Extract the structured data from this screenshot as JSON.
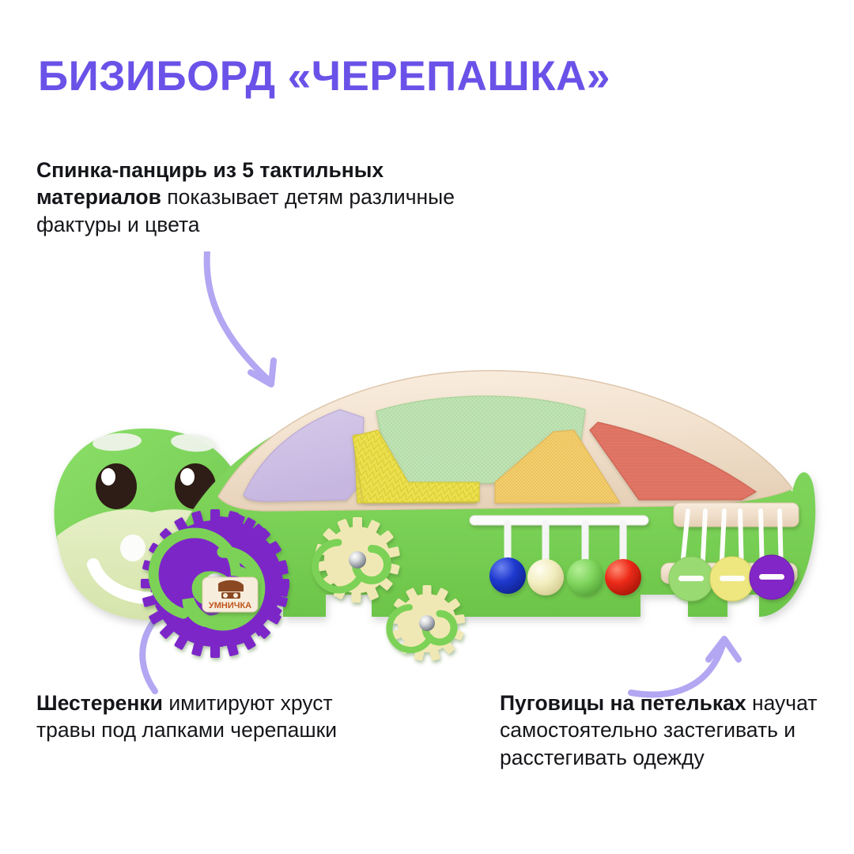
{
  "title": "БИЗИБОРД «ЧЕРЕПАШКА»",
  "colors": {
    "title": "#6a52e8",
    "arrow": "#b3a6f2",
    "body_green": "#7ed45c",
    "body_green_dark": "#63bd46",
    "muzzle": "#dfeaba",
    "wood_frame": "#f3e3d2",
    "wood_frame_edge": "#e2cdb6",
    "panel_purple": "#cfc1e6",
    "panel_green": "#c3e4b8",
    "panel_yellow": "#ece04f",
    "panel_amber": "#f3cf72",
    "panel_red": "#e0705e",
    "gear_purple": "#7b28c8",
    "gear_cream": "#f0e8b4",
    "bead_blue": "#1630c4",
    "bead_cream": "#f2edbe",
    "bead_green": "#7ed45c",
    "bead_red": "#ec2a18",
    "button_green": "#9ada72",
    "button_yellow": "#eee77f",
    "button_purple": "#8327c7",
    "logo_brown": "#8a4a22",
    "logo_bg": "#f7eddd",
    "eye_dark": "#2e1d12",
    "white": "#ffffff"
  },
  "callouts": {
    "shell": {
      "bold": "Спинка-панцирь из 5 тактильных материалов",
      "rest": " показывает детям различные фактуры и цвета"
    },
    "gears": {
      "bold": "Шестеренки",
      "rest": " имитируют хруст травы под лапками черепашки"
    },
    "buttons": {
      "bold": "Пуговицы на петельках",
      "rest": " научат самостоятельно застегивать и расстегивать одежду"
    }
  },
  "board": {
    "brand_logo_text": "УМНИЧКА",
    "shell_panels": [
      {
        "name": "panel-purple",
        "color": "#cfc1e6",
        "texture": "smooth-felt"
      },
      {
        "name": "panel-green",
        "color": "#c3e4b8",
        "texture": "mesh"
      },
      {
        "name": "panel-yellow",
        "color": "#ece04f",
        "texture": "herringbone"
      },
      {
        "name": "panel-amber",
        "color": "#f3cf72",
        "texture": "fine-weave"
      },
      {
        "name": "panel-red",
        "color": "#e0705e",
        "texture": "coarse-linen"
      }
    ],
    "gears": [
      {
        "name": "gear-large-purple",
        "color": "#7b28c8",
        "teeth": 24
      },
      {
        "name": "gear-medium-cream",
        "color": "#f0e8b4",
        "teeth": 14
      },
      {
        "name": "gear-small-cream",
        "color": "#f0e8b4",
        "teeth": 13
      }
    ],
    "beads": [
      {
        "name": "bead-blue",
        "color": "#1630c4"
      },
      {
        "name": "bead-cream",
        "color": "#f2edbe"
      },
      {
        "name": "bead-green",
        "color": "#7ed45c"
      },
      {
        "name": "bead-red",
        "color": "#ec2a18"
      }
    ],
    "buttons": [
      {
        "name": "button-green",
        "color": "#9ada72"
      },
      {
        "name": "button-yellow",
        "color": "#eee77f"
      },
      {
        "name": "button-purple",
        "color": "#8327c7"
      }
    ]
  }
}
